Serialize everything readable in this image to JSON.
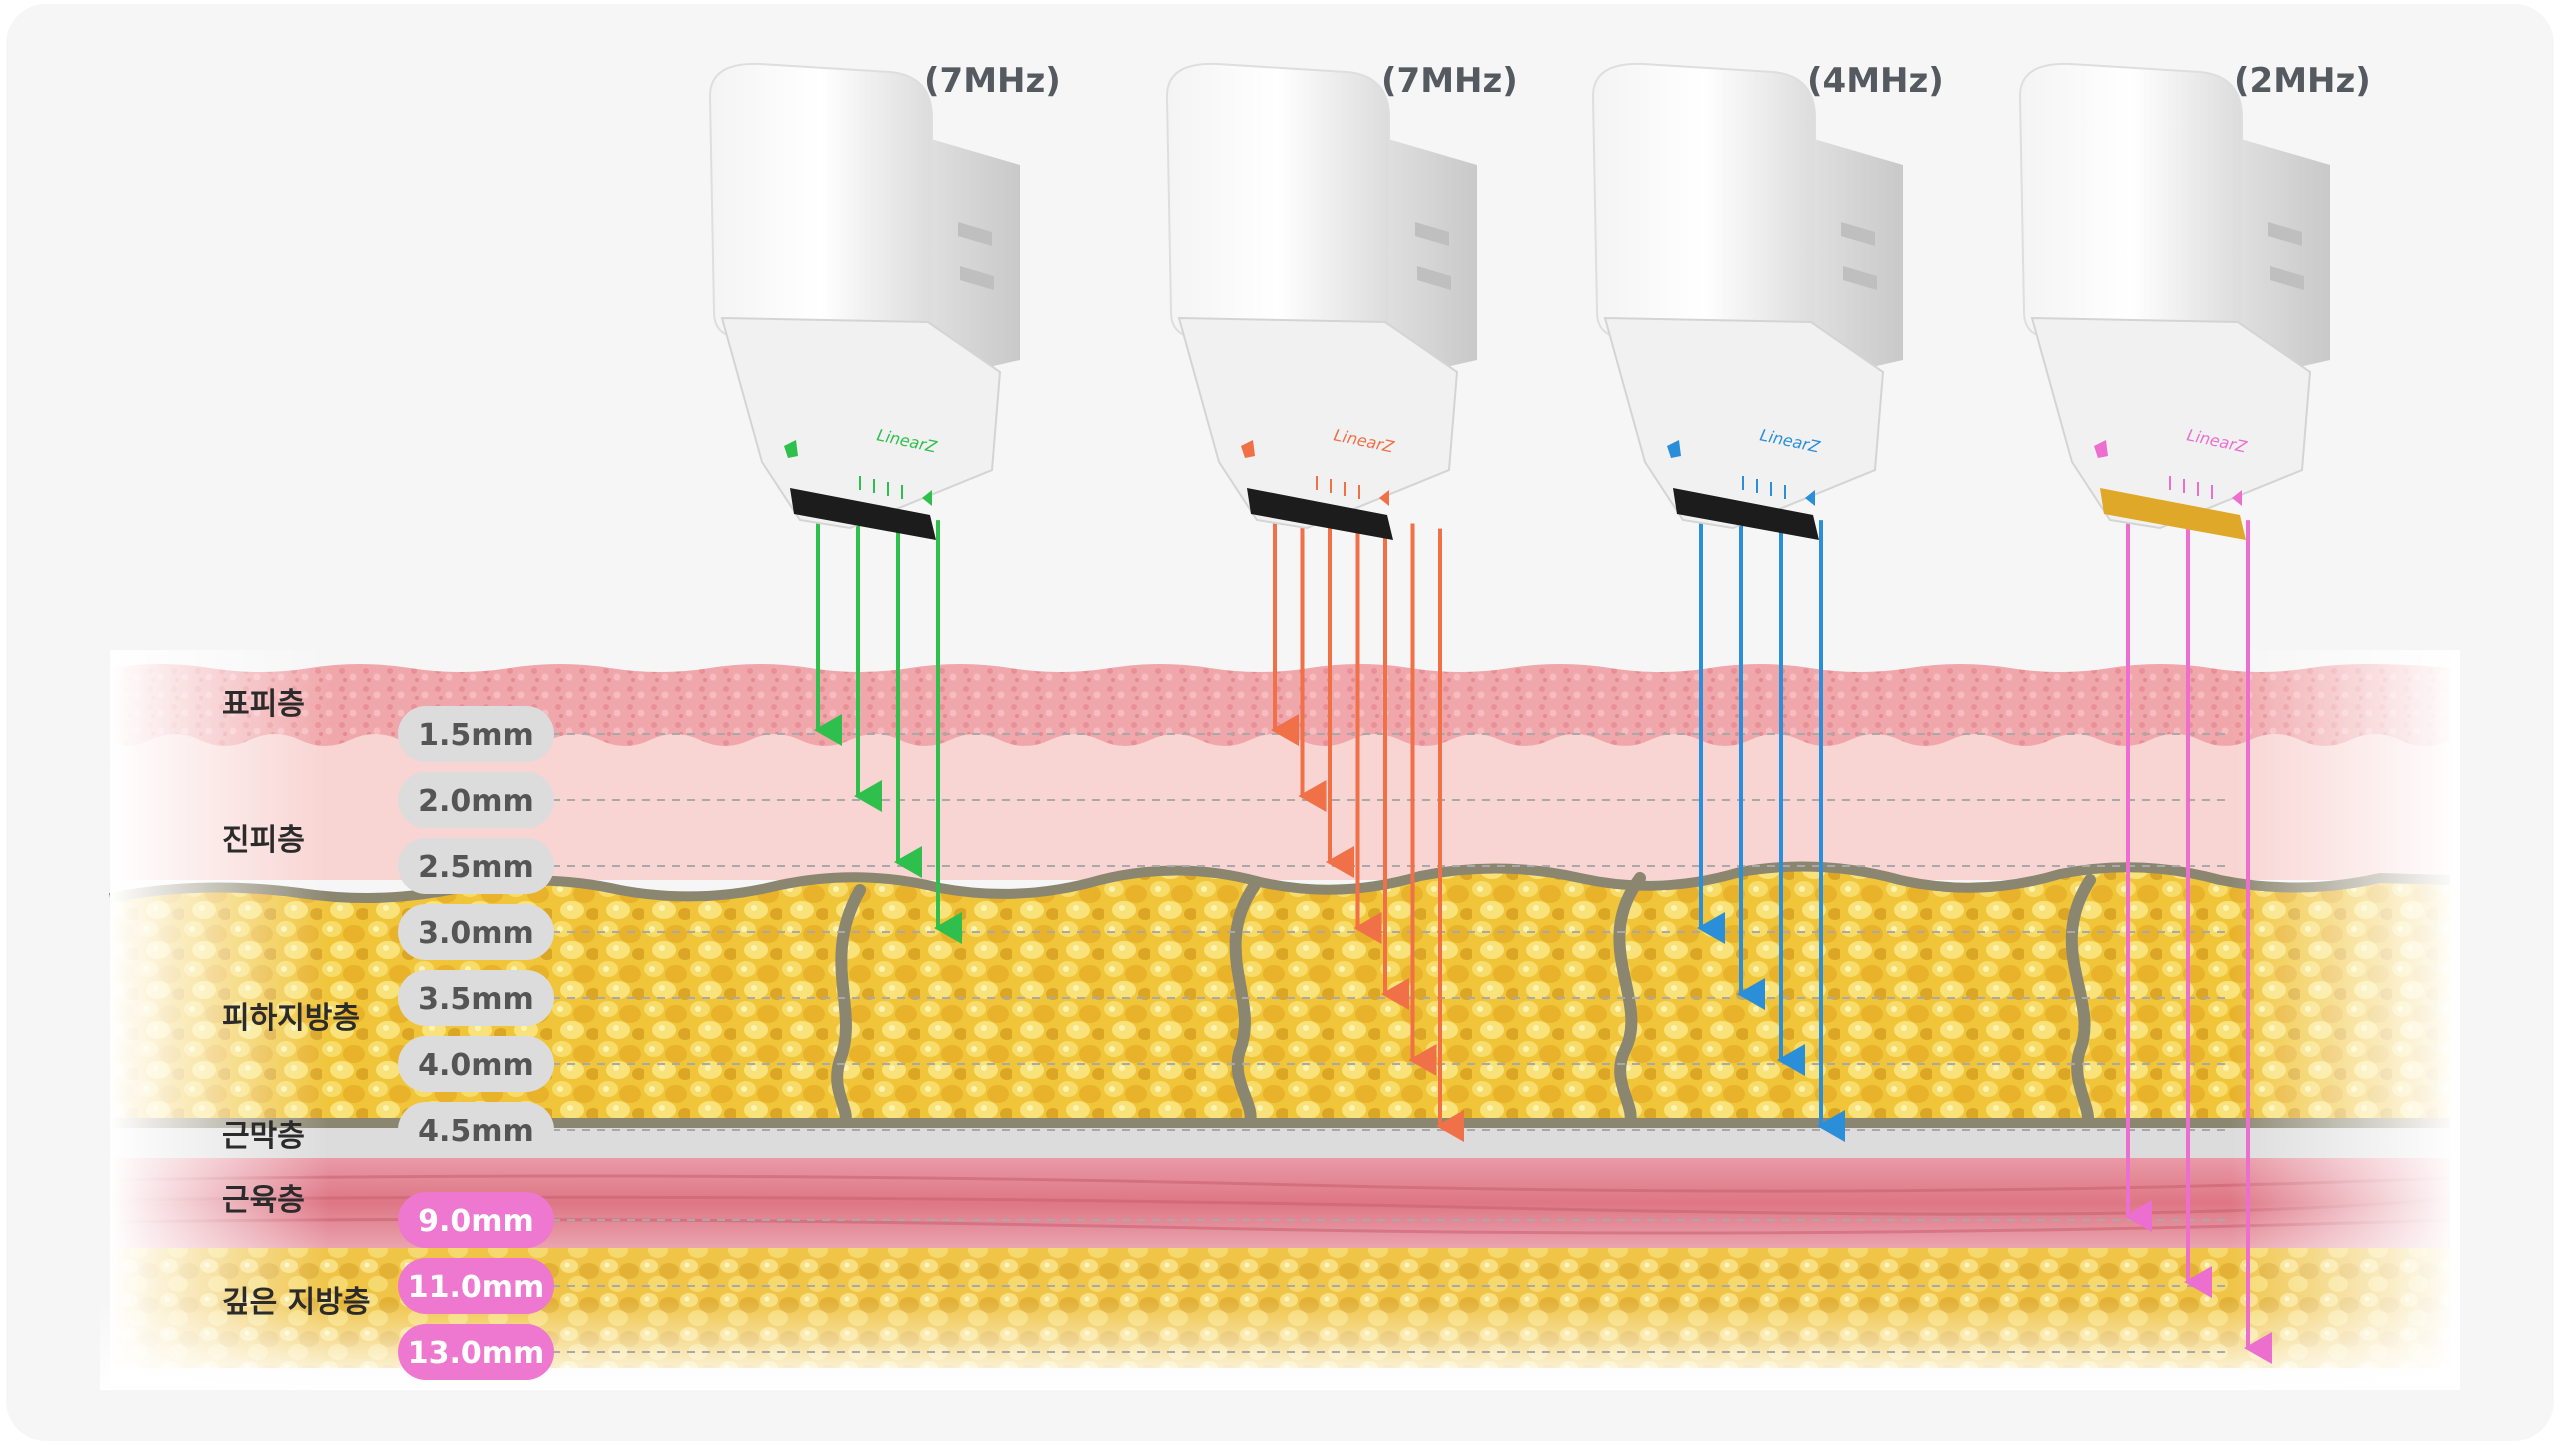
{
  "probes": [
    {
      "frequency": "(7MHz)",
      "brand": "LinearZ",
      "color": "#2fbf4d",
      "tip_color": "#1c1c1c",
      "depths_mm": [
        1.5,
        2.0,
        2.5,
        3.0
      ]
    },
    {
      "frequency": "(7MHz)",
      "brand": "LinearZ",
      "color": "#f07048",
      "tip_color": "#1c1c1c",
      "depths_mm": [
        1.5,
        2.0,
        2.5,
        3.0,
        3.5,
        4.0,
        4.5
      ]
    },
    {
      "frequency": "(4MHz)",
      "brand": "LinearZ",
      "color": "#2a8fd8",
      "tip_color": "#1c1c1c",
      "depths_mm": [
        3.0,
        3.5,
        4.0,
        4.5
      ]
    },
    {
      "frequency": "(2MHz)",
      "brand": "LinearZ",
      "color": "#ec6fd0",
      "tip_color": "#e0a828",
      "depths_mm": [
        9.0,
        11.0,
        13.0
      ]
    }
  ],
  "layers": [
    "표피층",
    "진피층",
    "피하지방층",
    "근막층",
    "근육층",
    "깊은 지방층"
  ],
  "depth_marks": [
    {
      "label": "1.5mm",
      "value": 1.5,
      "style": "gray"
    },
    {
      "label": "2.0mm",
      "value": 2.0,
      "style": "gray"
    },
    {
      "label": "2.5mm",
      "value": 2.5,
      "style": "gray"
    },
    {
      "label": "3.0mm",
      "value": 3.0,
      "style": "gray"
    },
    {
      "label": "3.5mm",
      "value": 3.5,
      "style": "gray"
    },
    {
      "label": "4.0mm",
      "value": 4.0,
      "style": "gray"
    },
    {
      "label": "4.5mm",
      "value": 4.5,
      "style": "gray"
    },
    {
      "label": "9.0mm",
      "value": 9.0,
      "style": "pink"
    },
    {
      "label": "11.0mm",
      "value": 11.0,
      "style": "pink"
    },
    {
      "label": "13.0mm",
      "value": 13.0,
      "style": "pink"
    }
  ],
  "colors": {
    "gray_pill": "#dcdcdc",
    "gray_pill_text": "#555555",
    "pink_pill": "#ee77cf",
    "pink_pill_text": "#ffffff",
    "epidermis": "#f0a0a4",
    "dermis": "#f8d2d0",
    "fat": "#f0c53a",
    "fascia": "#d8d8d8",
    "muscle": "#e27e8c",
    "septa": "#8b8670"
  }
}
